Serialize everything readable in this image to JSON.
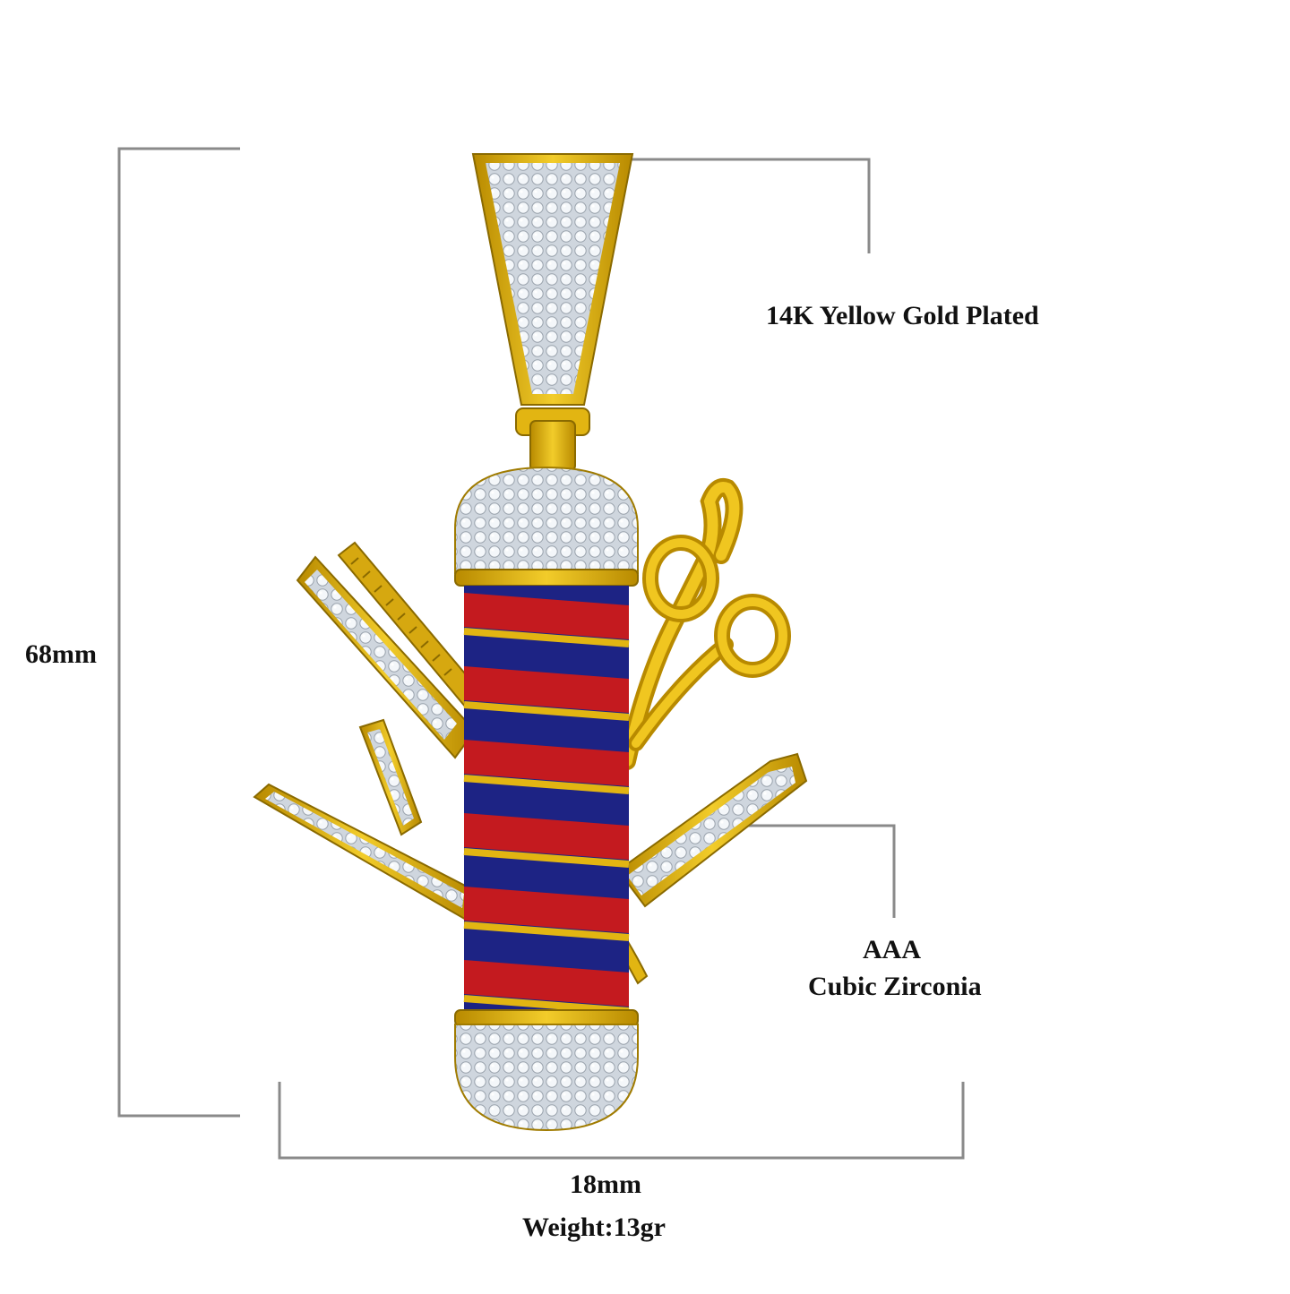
{
  "labels": {
    "plating": "14K Yellow Gold Plated",
    "height": "68mm",
    "stone_grade": "AAA",
    "stone_type": "Cubic Zirconia",
    "width": "18mm",
    "weight": "Weight:13gr"
  },
  "colors": {
    "gold": "#e2b512",
    "gold_dark": "#a07b00",
    "diamond": "#e6ecf2",
    "red_enamel": "#c41a1f",
    "blue_enamel": "#1d2384",
    "dimension_line": "#8a8a8a",
    "text": "#111111"
  },
  "subject": {
    "icons": [
      "barber-pole-icon",
      "scissors-icon",
      "comb-icon",
      "straight-razor-icon"
    ]
  }
}
